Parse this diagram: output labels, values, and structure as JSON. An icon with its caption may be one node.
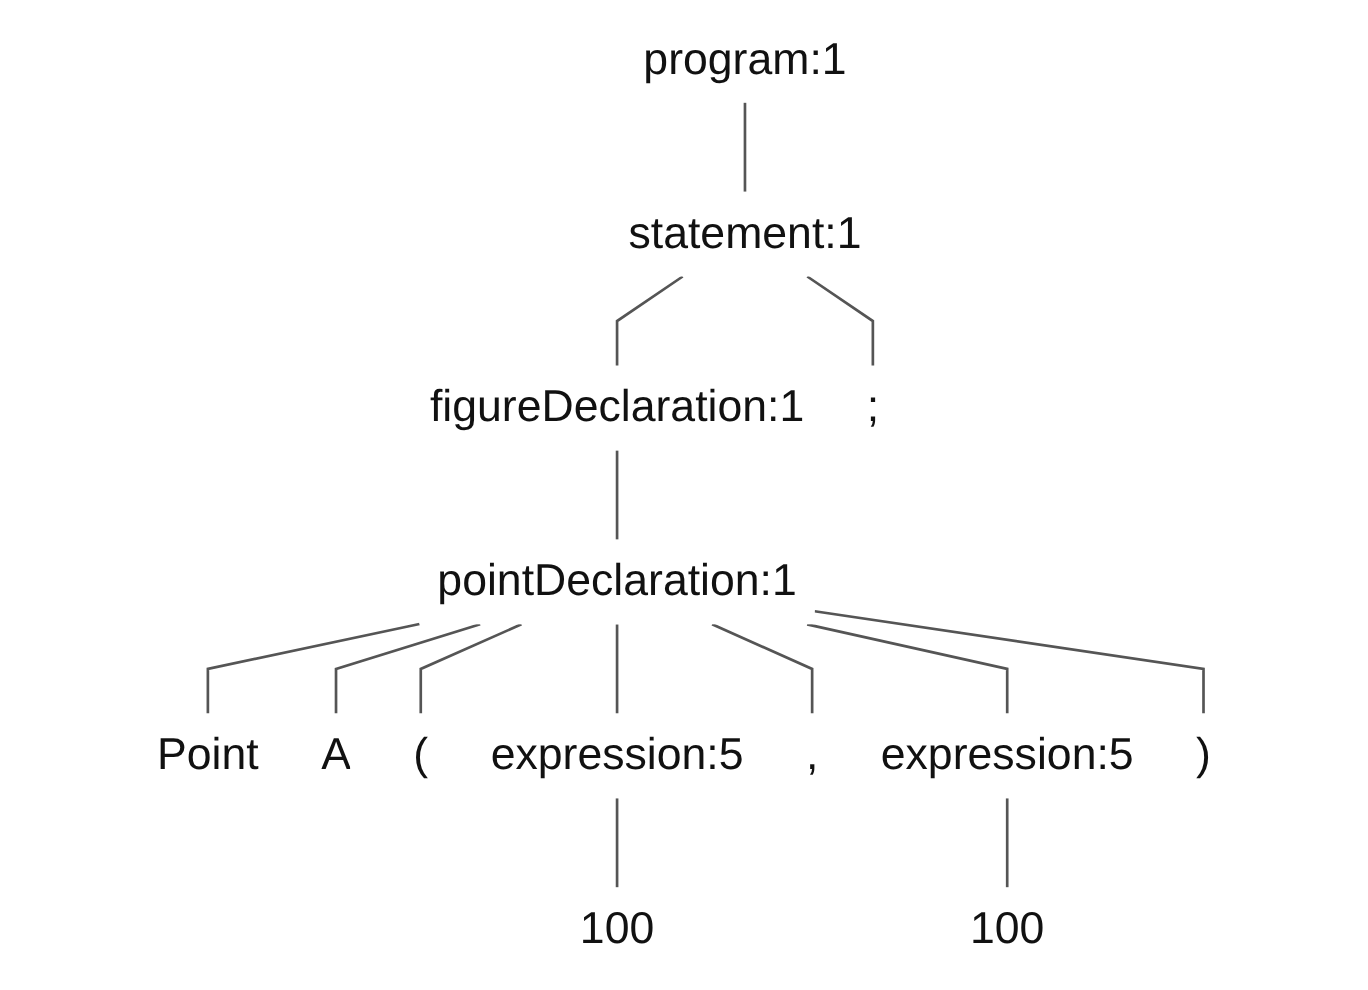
{
  "diagram": {
    "nodes": [
      {
        "text": [
          "program:1"
        ]
      },
      {
        "text": [
          "statement:1"
        ]
      },
      {
        "text": [
          "figureDeclaration:1"
        ]
      },
      {
        "text": [
          ";"
        ]
      },
      {
        "text": [
          "pointDeclaration:1"
        ]
      },
      {
        "text": [
          "Point"
        ]
      },
      {
        "text": [
          "A"
        ]
      },
      {
        "text": [
          "("
        ]
      },
      {
        "text": [
          "expression:5"
        ]
      },
      {
        "text": [
          ","
        ]
      },
      {
        "text": [
          "expression:5"
        ]
      },
      {
        "text": [
          ")"
        ]
      },
      {
        "text": [
          "100"
        ]
      },
      {
        "text": [
          "100"
        ]
      }
    ],
    "edges": [
      {
        "from": 0,
        "to": 1,
        "arrow": "none"
      },
      {
        "from": 1,
        "to": 2,
        "arrow": "none"
      },
      {
        "from": 1,
        "to": 3,
        "arrow": "none"
      },
      {
        "from": 2,
        "to": 4,
        "arrow": "none"
      },
      {
        "from": 4,
        "to": 5,
        "arrow": "none"
      },
      {
        "from": 4,
        "to": 6,
        "arrow": "none"
      },
      {
        "from": 4,
        "to": 7,
        "arrow": "none"
      },
      {
        "from": 4,
        "to": 8,
        "arrow": "none"
      },
      {
        "from": 4,
        "to": 9,
        "arrow": "none"
      },
      {
        "from": 4,
        "to": 10,
        "arrow": "none"
      },
      {
        "from": 4,
        "to": 11,
        "arrow": "none"
      },
      {
        "from": 8,
        "to": 12,
        "arrow": "none"
      },
      {
        "from": 10,
        "to": 13,
        "arrow": "none"
      }
    ]
  }
}
